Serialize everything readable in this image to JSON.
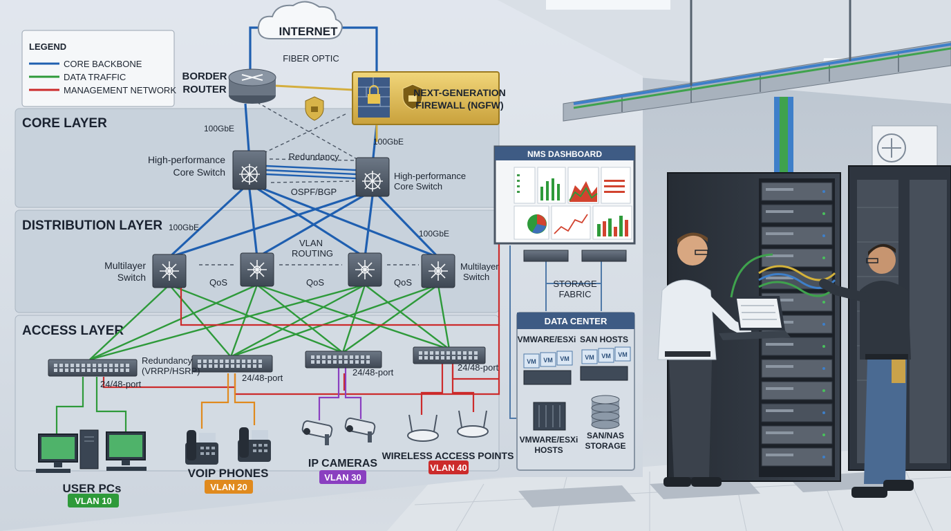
{
  "legend": {
    "title": "LEGEND",
    "items": [
      {
        "label": "CORE BACKBONE",
        "color": "#1f5fb0"
      },
      {
        "label": "DATA TRAFFIC",
        "color": "#2e9a3a"
      },
      {
        "label": "MANAGEMENT NETWORK",
        "color": "#cc2b2b"
      }
    ]
  },
  "internet": {
    "label": "INTERNET",
    "link_label": "FIBER OPTIC"
  },
  "border_router": {
    "label_line1": "BORDER",
    "label_line2": "ROUTER"
  },
  "firewall": {
    "label_line1": "NEXT-GENERATION",
    "label_line2": "FIREWALL (NGFW)"
  },
  "layers": {
    "core": "CORE LAYER",
    "distribution": "DISTRIBUTION LAYER",
    "access": "ACCESS LAYER"
  },
  "core": {
    "left_label_line1": "High-performance",
    "left_label_line2": "Core Switch",
    "right_label_line1": "High-performance",
    "right_label_line2": "Core Switch",
    "redundancy": "Redundancy",
    "routing": "OSPF/BGP",
    "uplink_left": "100GbE",
    "uplink_right": "100GbE"
  },
  "distribution": {
    "link_left": "100GbE",
    "link_right": "100GbE",
    "left_label_line1": "Multilayer",
    "left_label_line2": "Switch",
    "right_label_line1": "Multilayer",
    "right_label_line2": "Switch",
    "vlan_line1": "VLAN",
    "vlan_line2": "ROUTING",
    "qos": "QoS"
  },
  "access": {
    "redundancy_line1": "Redundancy",
    "redundancy_line2": "(VRRP/HSRP)",
    "port": "24/48-port"
  },
  "endpoints": [
    {
      "label": "USER PCs",
      "vlan": "VLAN 10",
      "color": "#2e9a3a"
    },
    {
      "label": "VOIP PHONES",
      "vlan": "VLAN 20",
      "color": "#e08a1e"
    },
    {
      "label": "IP CAMERAS",
      "vlan": "VLAN 30",
      "color": "#8a3fc0"
    },
    {
      "label": "WIRELESS ACCESS POINTS",
      "vlan": "VLAN 40",
      "color": "#cc2b2b"
    }
  ],
  "nms": {
    "title": "NMS DASHBOARD"
  },
  "storage": {
    "line1": "STORAGE",
    "line2": "FABRIC"
  },
  "datacenter": {
    "title": "DATA CENTER",
    "left_header": "VMWARE/ESXi",
    "right_header": "SAN HOSTS",
    "vm_label": "VM",
    "hosts_line1": "VMWARE/ESXi",
    "hosts_line2": "HOSTS",
    "san_line1": "SAN/NAS",
    "san_line2": "STORAGE"
  }
}
